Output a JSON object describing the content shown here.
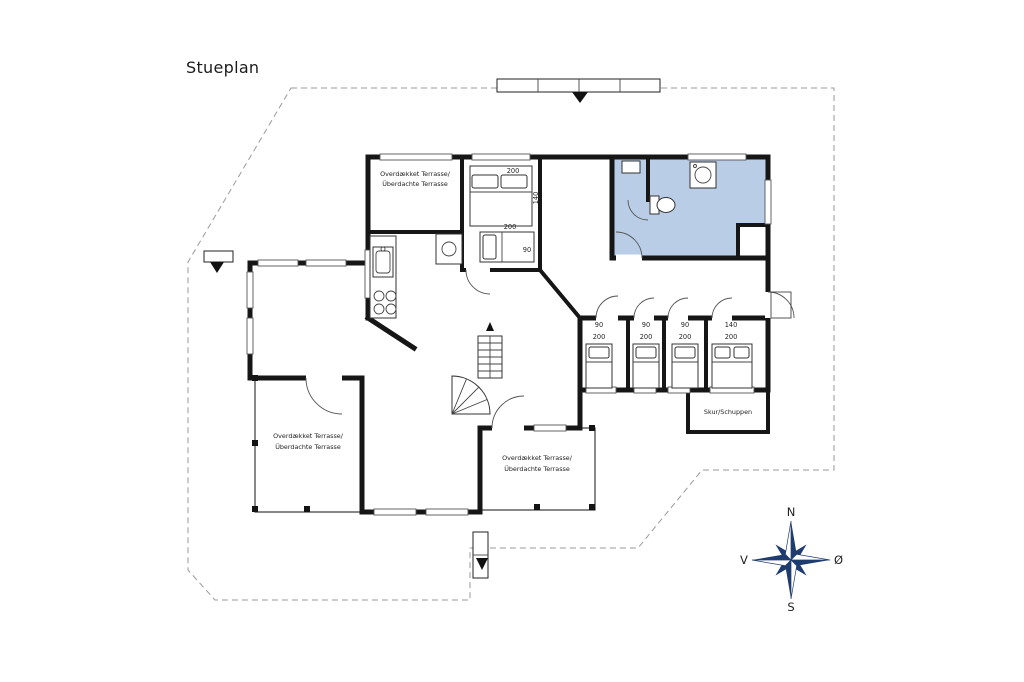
{
  "title": "Stueplan",
  "plan": {
    "terrace_top": {
      "line1": "Overdækket Terrasse/",
      "line2": "Überdachte Terrasse"
    },
    "terrace_left": {
      "line1": "Overdækket Terrasse/",
      "line2": "Überdachte Terrasse"
    },
    "terrace_bottom": {
      "line1": "Overdækket Terrasse/",
      "line2": "Überdachte Terrasse"
    },
    "shed_label": "Skur/Schuppen",
    "dimensions": {
      "bed_double": {
        "length": "200",
        "width": "140"
      },
      "bed_single": {
        "length": "200",
        "width": "90"
      },
      "room1": {
        "width": "90",
        "length": "200"
      },
      "room2": {
        "width": "90",
        "length": "200"
      },
      "room3": {
        "width": "90",
        "length": "200"
      },
      "room4": {
        "width": "140",
        "length": "200"
      }
    }
  },
  "compass": {
    "north": "N",
    "south": "S",
    "west": "V",
    "east": "Ø"
  },
  "colors": {
    "bathroom_fill": "#b9cde7",
    "wall": "#161616",
    "compass_blue": "#1e3c6e"
  }
}
